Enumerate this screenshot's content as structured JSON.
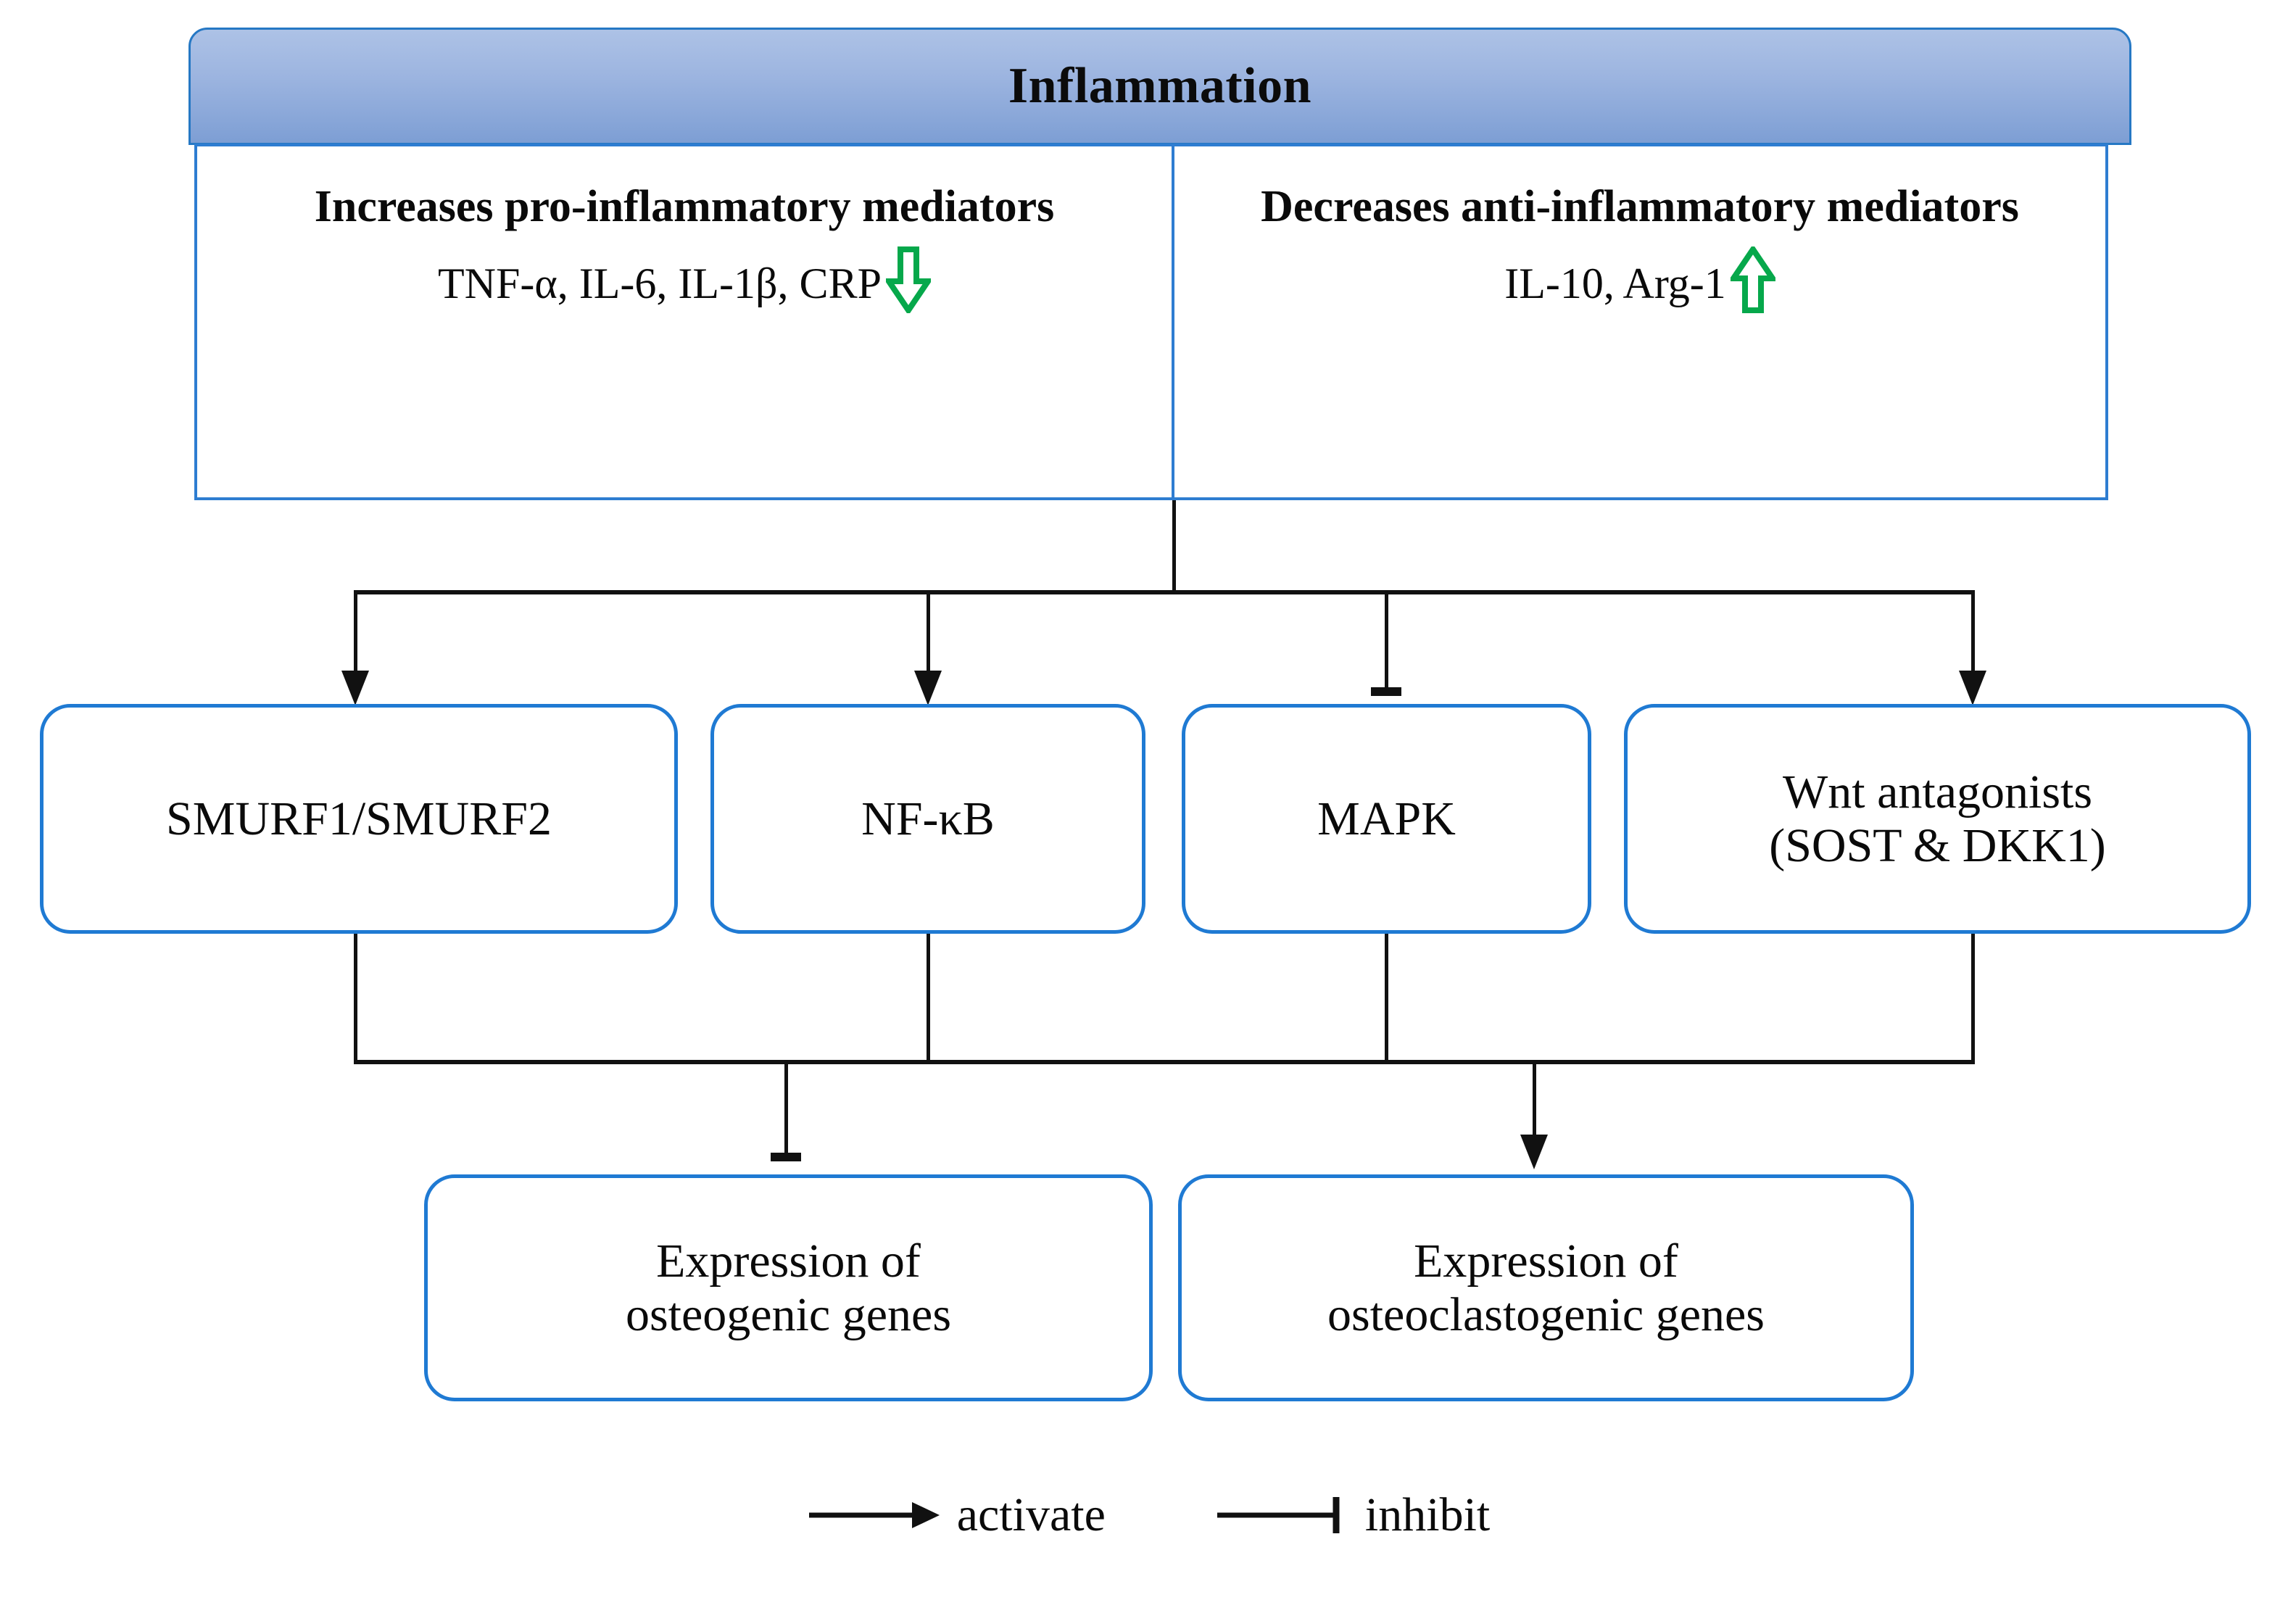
{
  "banner": {
    "title": "Inflammation",
    "gradient_top": "#adc2e6",
    "gradient_bottom": "#7d9ed4",
    "border_color": "#2678c4"
  },
  "panel": {
    "border_color": "#2e7dd1",
    "left": {
      "heading": "Increases pro-inflammatory mediators",
      "mediators": "TNF-α, IL-6, IL-1β, CRP",
      "arrow_icon": "arrow-down-outline-green",
      "arrow_glyph": "⇩",
      "arrow_color": "#06a84b"
    },
    "right": {
      "heading": "Decreases anti-inflammatory mediators",
      "mediators": "IL-10, Arg-1",
      "arrow_icon": "arrow-up-outline-green",
      "arrow_glyph": "⇧",
      "arrow_color": "#06a84b"
    }
  },
  "nodes": {
    "box_border_color": "#1f7ad3",
    "middle": [
      {
        "label": "SMURF1/SMURF2",
        "edge_from_inflammation": "activate"
      },
      {
        "label": "NF-κB",
        "edge_from_inflammation": "activate"
      },
      {
        "label": "MAPK",
        "edge_from_inflammation": "inhibit"
      },
      {
        "label": "Wnt antagonists\n(SOST & DKK1)",
        "line1": "Wnt antagonists",
        "line2": "(SOST & DKK1)",
        "edge_from_inflammation": "activate"
      }
    ],
    "bottom": [
      {
        "line1": "Expression of",
        "line2": "osteogenic genes",
        "edge_from_middle": "inhibit"
      },
      {
        "line1": "Expression of",
        "line2": "osteoclastogenic genes",
        "edge_from_middle": "activate"
      }
    ]
  },
  "legend": {
    "activate_label": "activate",
    "inhibit_label": "inhibit",
    "activate_icon": "arrow-right-icon",
    "inhibit_icon": "tee-bar-icon",
    "line_color": "#111111"
  }
}
